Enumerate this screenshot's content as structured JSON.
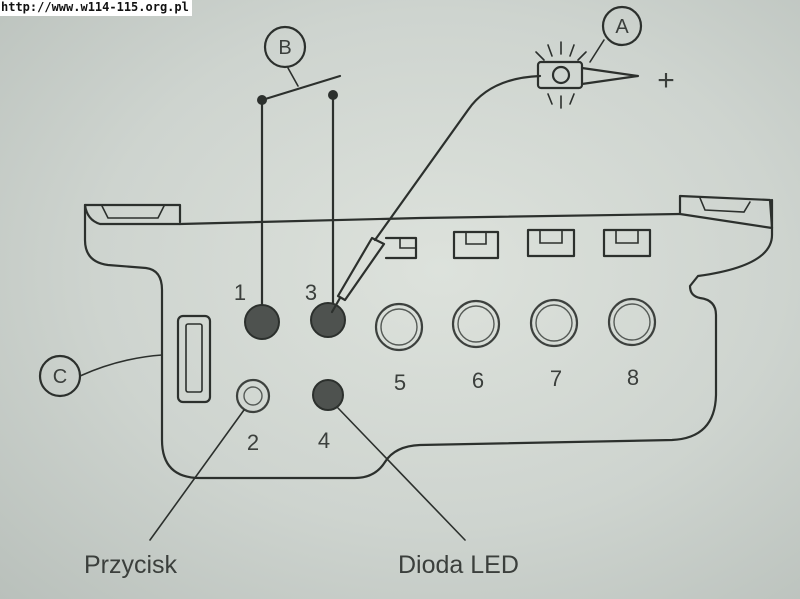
{
  "watermark": {
    "url": "http://www.w114-115.org.pl"
  },
  "callouts": {
    "a": "A",
    "b": "B",
    "c": "C"
  },
  "pins": {
    "p1": "1",
    "p2": "2",
    "p3": "3",
    "p4": "4",
    "p5": "5",
    "p6": "6",
    "p7": "7",
    "p8": "8"
  },
  "symbols": {
    "plus": "+"
  },
  "captions": {
    "button": "Przycisk",
    "led": "Dioda LED"
  },
  "colors": {
    "paper": "#d6dbd6",
    "ink": "#2c302d",
    "filled_hole": "#4e524f"
  }
}
